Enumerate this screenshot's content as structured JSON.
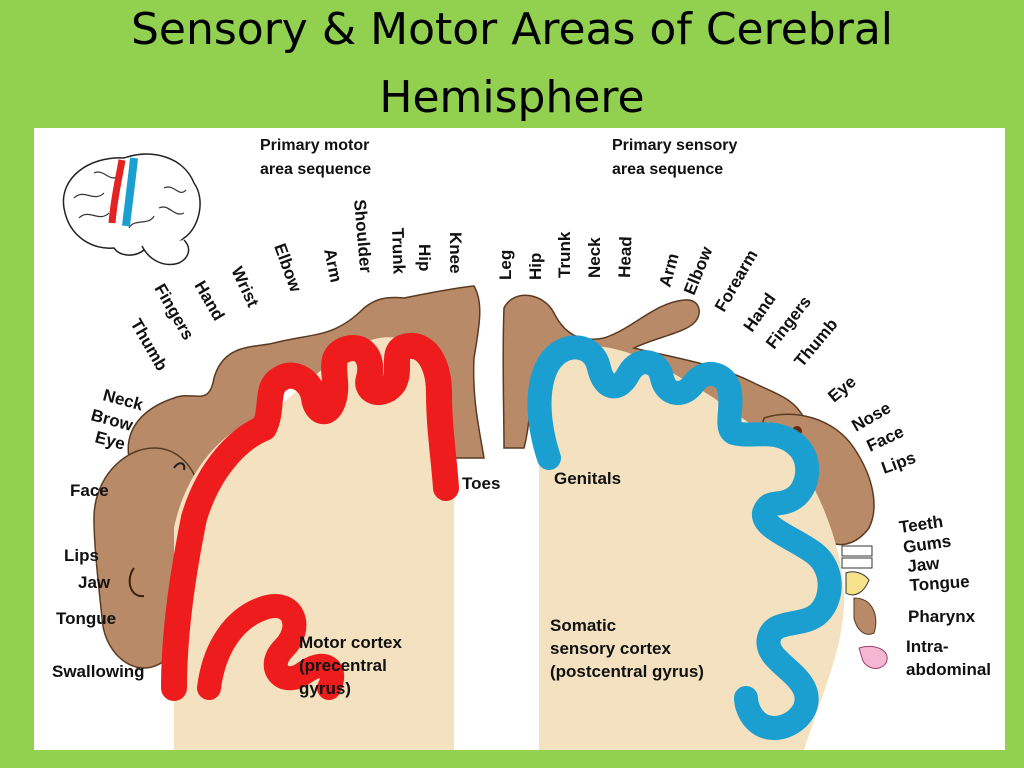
{
  "slide": {
    "title_line1": "Sensory & Motor Areas of Cerebral",
    "title_line2": "Hemisphere"
  },
  "colors": {
    "background": "#92d050",
    "motor_cortex": "#ee1c1c",
    "sensory_cortex": "#1a9fd0",
    "tissue": "#f3e1c0",
    "homunculus": "#b88a68"
  },
  "motor": {
    "heading_line1": "Primary motor",
    "heading_line2": "area sequence",
    "labels": [
      "Thumb",
      "Fingers",
      "Hand",
      "Wrist",
      "Elbow",
      "Arm",
      "Shoulder",
      "Trunk",
      "Hip",
      "Knee",
      "Neck",
      "Brow",
      "Eye",
      "Face",
      "Lips",
      "Jaw",
      "Tongue",
      "Swallowing",
      "Toes"
    ],
    "cortex_line1": "Motor cortex",
    "cortex_line2": "(precentral",
    "cortex_line3": "gyrus)"
  },
  "sensory": {
    "heading_line1": "Primary sensory",
    "heading_line2": "area sequence",
    "labels": [
      "Leg",
      "Hip",
      "Trunk",
      "Neck",
      "Head",
      "Arm",
      "Elbow",
      "Forearm",
      "Hand",
      "Fingers",
      "Thumb",
      "Eye",
      "Nose",
      "Face",
      "Lips",
      "Teeth",
      "Gums",
      "Jaw",
      "Tongue",
      "Pharynx",
      "Intra-",
      "abdominal",
      "Genitals"
    ],
    "cortex_line1": "Somatic",
    "cortex_line2": "sensory cortex",
    "cortex_line3": "(postcentral gyrus)"
  }
}
